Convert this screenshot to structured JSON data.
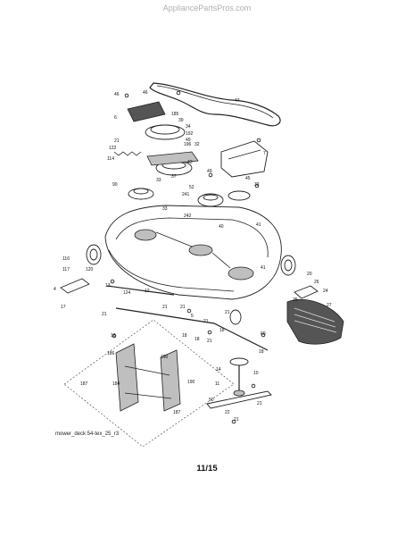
{
  "watermark": "AppliancePartsPros.com",
  "caption": "mower_deck 54-tex_25_r3",
  "page_number": "11/15",
  "callouts": [
    "46",
    "46",
    "47",
    "185",
    "39",
    "6",
    "34",
    "192",
    "49",
    "21",
    "122",
    "196",
    "32",
    "114",
    "43",
    "7",
    "49",
    "45",
    "90",
    "33",
    "37",
    "52",
    "32",
    "241",
    "33",
    "242",
    "41",
    "40",
    "20",
    "41",
    "116",
    "117",
    "120",
    "4",
    "13",
    "124",
    "12",
    "21",
    "21",
    "21",
    "21",
    "21",
    "18",
    "18",
    "18",
    "18",
    "21",
    "18",
    "5",
    "17",
    "26",
    "24",
    "27",
    "25",
    "60",
    "186",
    "190",
    "187",
    "184",
    "190",
    "187",
    "14",
    "11",
    "50",
    "22",
    "10",
    "21",
    "21"
  ]
}
